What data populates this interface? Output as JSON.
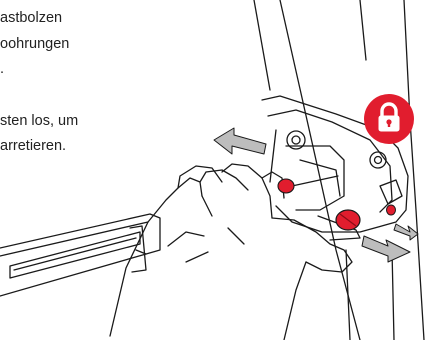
{
  "instruction_text": {
    "line1": "astbolzen",
    "line2": "oohrungen",
    "line3": ".",
    "line4": "sten los, um",
    "line5": "arretieren."
  },
  "icons": {
    "lock_badge": "lock-icon"
  },
  "colors": {
    "accent_red": "#e11d2e",
    "line_art": "#1a1a1a",
    "arrow_fill": "#bdbdbd"
  }
}
